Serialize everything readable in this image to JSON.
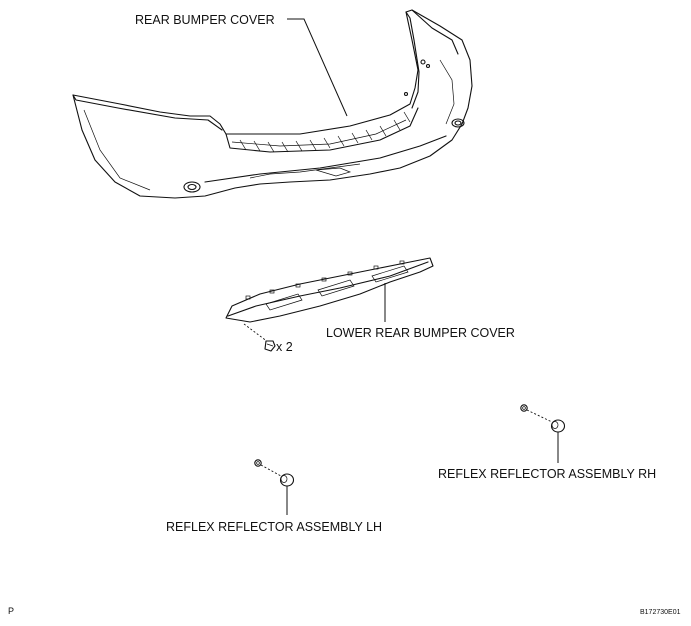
{
  "labels": {
    "rear_bumper_cover": "REAR BUMPER COVER",
    "lower_rear_bumper_cover": "LOWER REAR BUMPER COVER",
    "clip_quantity": "x 2",
    "reflex_reflector_rh": "REFLEX REFLECTOR ASSEMBLY RH",
    "reflex_reflector_lh": "REFLEX REFLECTOR ASSEMBLY LH",
    "corner_mark": "P",
    "figure_code": "B172730E01"
  }
}
